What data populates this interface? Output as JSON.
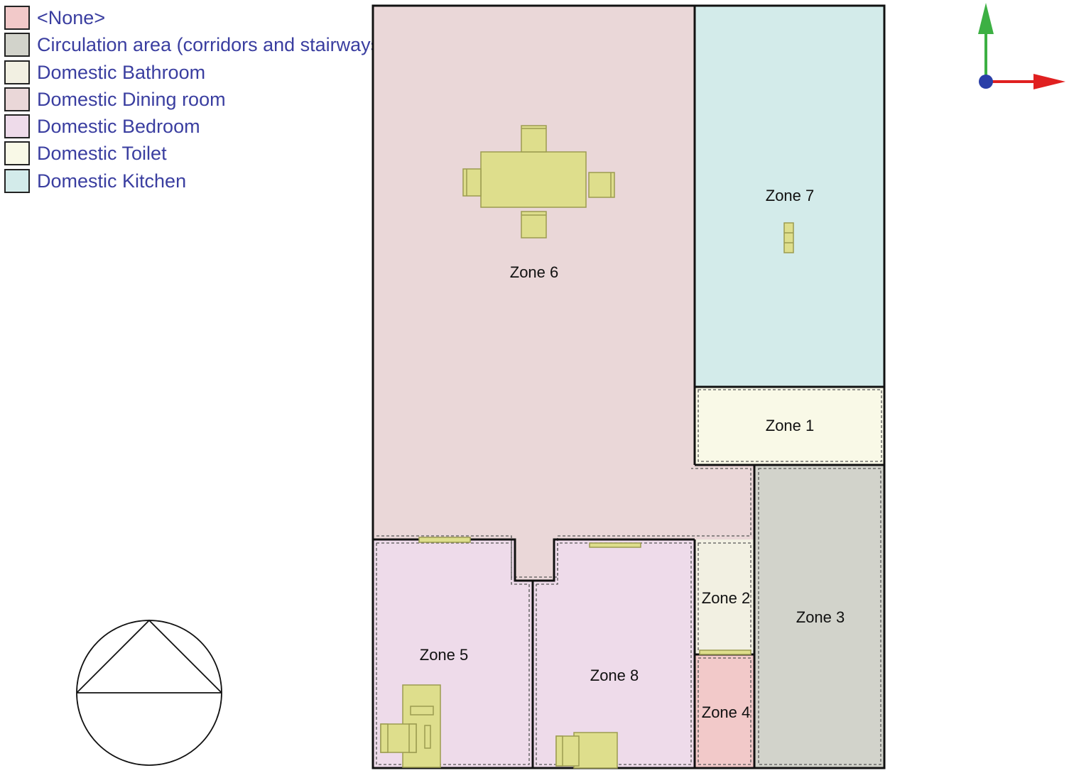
{
  "legend": [
    {
      "label": "<None>",
      "color": "#f2c9c9"
    },
    {
      "label": "Circulation area (corridors and stairways)",
      "color": "#d2d3cb"
    },
    {
      "label": "Domestic Bathroom",
      "color": "#f2f0e2"
    },
    {
      "label": "Domestic Dining room",
      "color": "#ead7d8"
    },
    {
      "label": "Domestic Bedroom",
      "color": "#eedbea"
    },
    {
      "label": "Domestic Toilet",
      "color": "#f9f9e7"
    },
    {
      "label": "Domestic Kitchen",
      "color": "#d3ebea"
    }
  ],
  "zones": {
    "zone1": "Zone 1",
    "zone2": "Zone 2",
    "zone3": "Zone 3",
    "zone4": "Zone 4",
    "zone5": "Zone 5",
    "zone6": "Zone 6",
    "zone7": "Zone 7",
    "zone8": "Zone 8"
  },
  "colors": {
    "furniture": "#dede8c",
    "furniture_stroke": "#9c9c50",
    "wall": "#111111",
    "axis_x": "#e02020",
    "axis_y": "#3cb043",
    "axis_origin": "#2a3fa8"
  }
}
